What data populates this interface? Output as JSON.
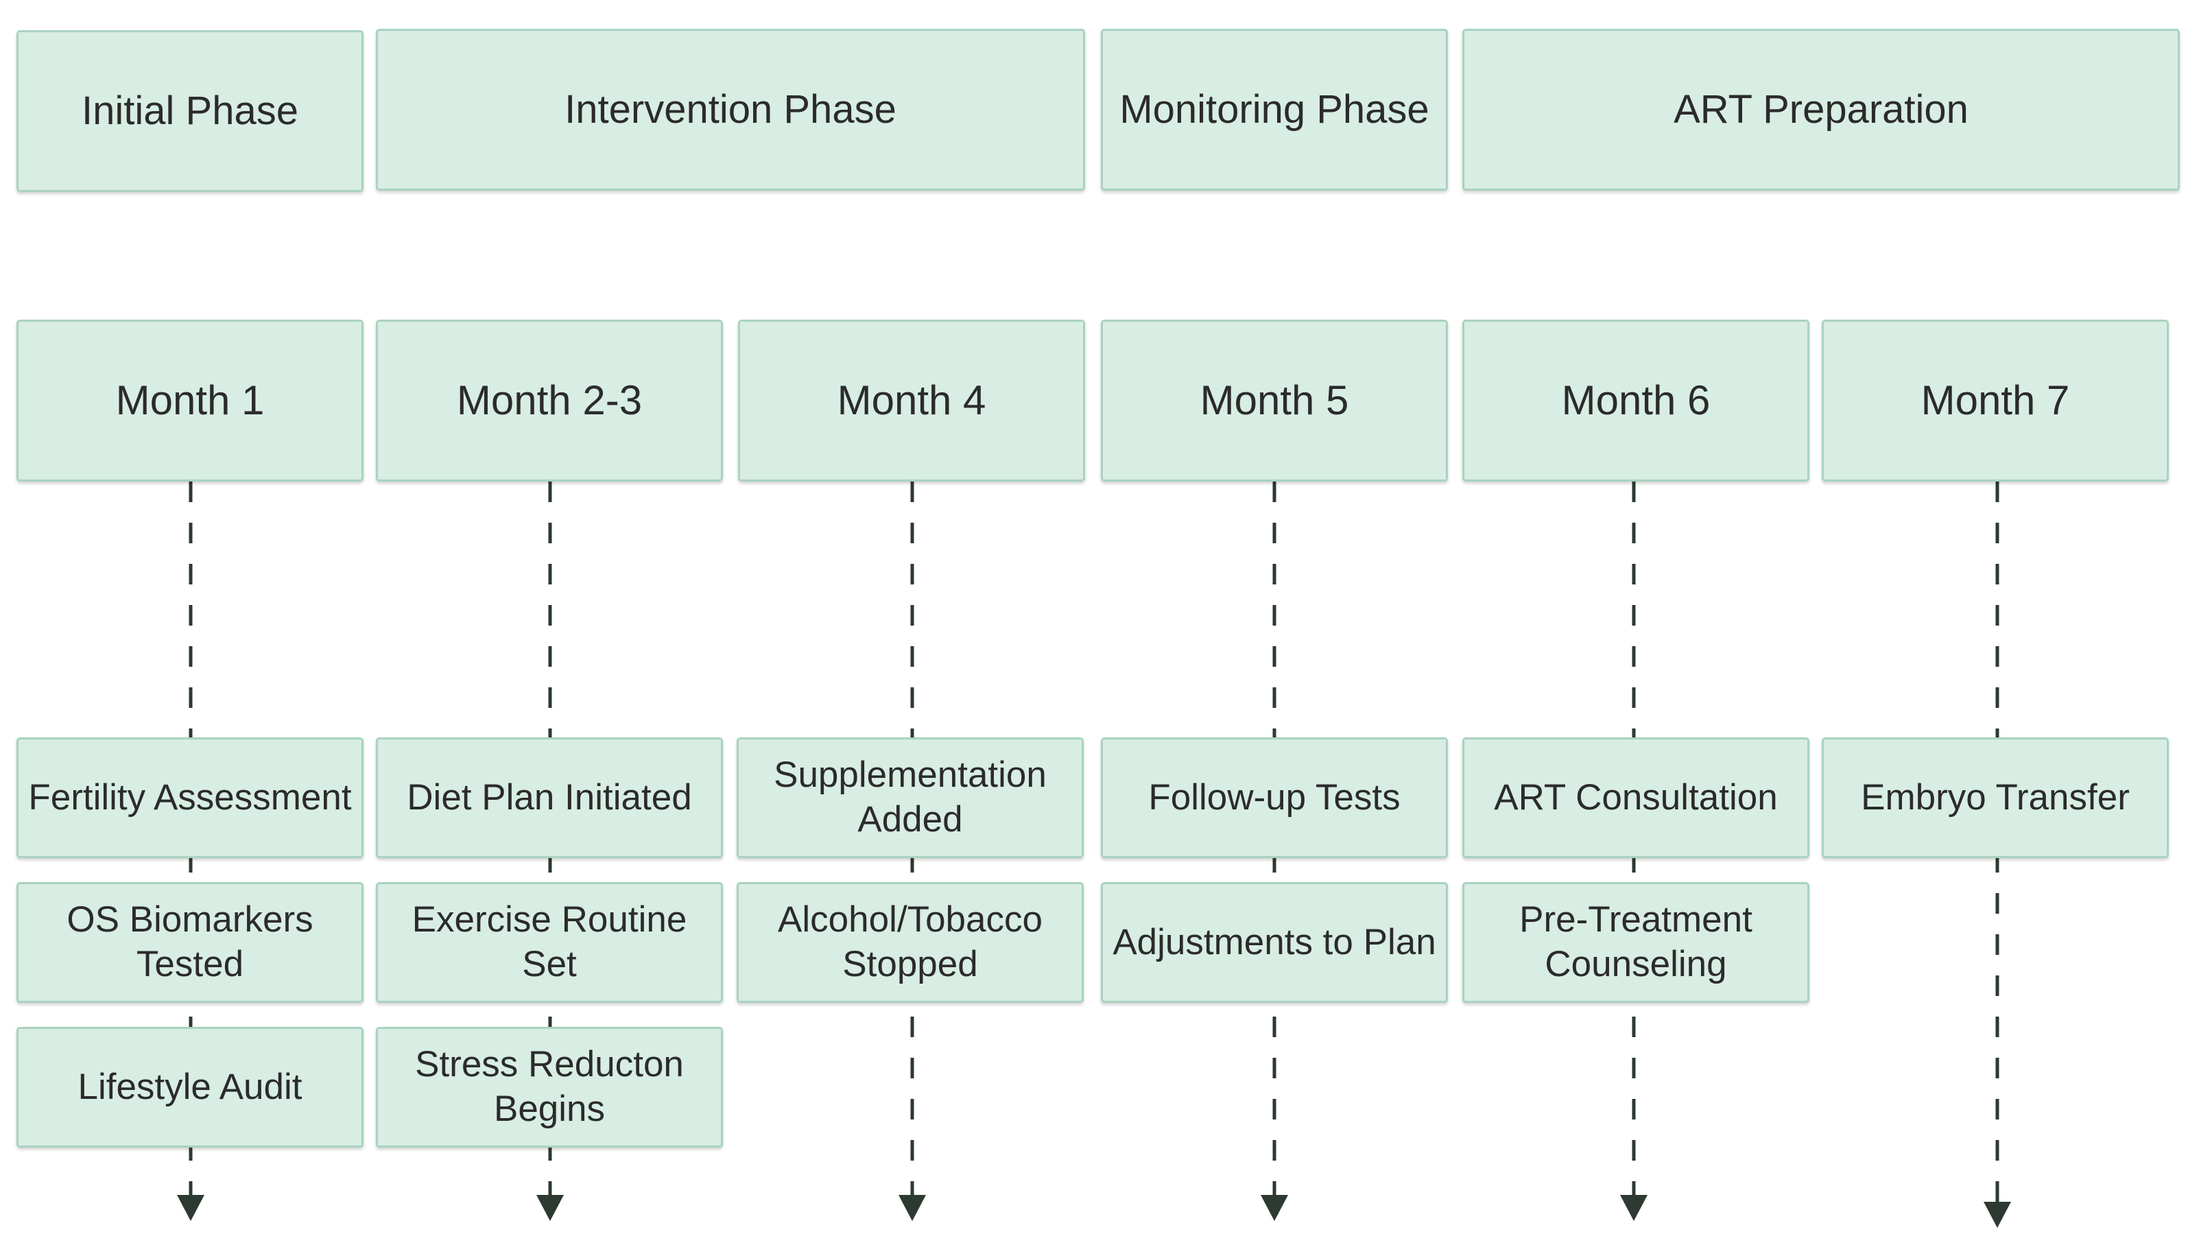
{
  "diagram": {
    "phases": [
      {
        "label": "Initial Phase"
      },
      {
        "label": "Intervention Phase"
      },
      {
        "label": "Monitoring Phase"
      },
      {
        "label": "ART Preparation"
      }
    ],
    "months": [
      {
        "label": "Month 1"
      },
      {
        "label": "Month 2-3"
      },
      {
        "label": "Month 4"
      },
      {
        "label": "Month 5"
      },
      {
        "label": "Month 6"
      },
      {
        "label": "Month 7"
      }
    ],
    "columns": [
      {
        "tasks": [
          "Fertility Assessment",
          "OS Biomarkers\nTested",
          "Lifestyle Audit"
        ]
      },
      {
        "tasks": [
          "Diet Plan Initiated",
          "Exercise Routine Set",
          "Stress Reducton\nBegins"
        ]
      },
      {
        "tasks": [
          "Supplementation\nAdded",
          "Alcohol/Tobacco\nStopped"
        ]
      },
      {
        "tasks": [
          "Follow-up Tests",
          "Adjustments to Plan"
        ]
      },
      {
        "tasks": [
          "ART Consultation",
          "Pre-Treatment\nCounseling"
        ]
      },
      {
        "tasks": [
          "Embryo Transfer"
        ]
      }
    ],
    "colors": {
      "box_fill": "#d8ede3",
      "box_border": "#a9d3bf",
      "text": "#2b2b2b",
      "connector": "#2c3a31"
    }
  }
}
